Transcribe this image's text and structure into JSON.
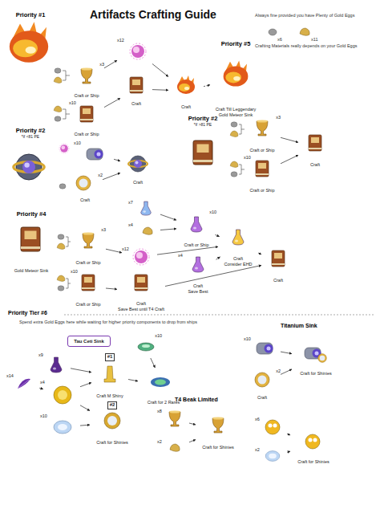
{
  "diagram": {
    "title": "Artifacts Crafting Guide",
    "nodes": [
      {
        "text": [
          "Priority #1"
        ]
      },
      {
        "text": [
          "x3",
          "Craft or Ship"
        ]
      },
      {
        "text": [
          "x10",
          "Craft or Ship"
        ]
      },
      {
        "text": [
          "x12"
        ]
      },
      {
        "text": [
          "Craft"
        ]
      },
      {
        "text": [
          "Craft"
        ]
      },
      {
        "text": [
          "Priority #5",
          "Craft Till Leggendary",
          "Gold Meteor Sink"
        ]
      },
      {
        "text": [
          "Priority #2",
          "*if <81 PE"
        ]
      },
      {
        "text": [
          "x10"
        ]
      },
      {
        "text": [
          "x2",
          "Craft"
        ]
      },
      {
        "text": [
          "Craft"
        ]
      },
      {
        "text": [
          "Priority #2",
          "*if >81 PE"
        ]
      },
      {
        "text": [
          "x3",
          "Craft or Ship"
        ]
      },
      {
        "text": [
          "x10",
          "Craft or Ship"
        ]
      },
      {
        "text": [
          "Craft"
        ]
      },
      {
        "text": [
          "Priority #4",
          "Gold Meteor Sink"
        ]
      },
      {
        "text": [
          "x3",
          "Craft or Ship"
        ]
      },
      {
        "text": [
          "x10",
          "Craft or Ship"
        ]
      },
      {
        "text": [
          "x7"
        ]
      },
      {
        "text": [
          "x4"
        ]
      },
      {
        "text": [
          "x10",
          "Craft or Ship"
        ]
      },
      {
        "text": [
          "x12"
        ]
      },
      {
        "text": [
          "x4",
          "Craft",
          "Save Best"
        ]
      },
      {
        "text": [
          "Craft",
          "Save Best until T4 Craft"
        ]
      },
      {
        "text": [
          "Craft",
          "Consider EHD"
        ]
      },
      {
        "text": [
          "Craft"
        ]
      },
      {
        "text": [
          "Tau Ceti Sink"
        ]
      },
      {
        "text": [
          "x14"
        ]
      },
      {
        "text": [
          "x9"
        ]
      },
      {
        "text": [
          "x4"
        ]
      },
      {
        "text": [
          "x10"
        ]
      },
      {
        "text": [
          "#1",
          "Craft M Shiny"
        ]
      },
      {
        "text": [
          "#2",
          "Craft for Shinies"
        ]
      },
      {
        "text": [
          "x10"
        ]
      },
      {
        "text": [
          "Craft for 2 Rares"
        ]
      },
      {
        "text": [
          "x10"
        ]
      },
      {
        "text": [
          "x2",
          "Craft"
        ]
      },
      {
        "text": [
          "Craft for Shinies"
        ]
      },
      {
        "text": [
          "x8"
        ]
      },
      {
        "text": [
          "x2"
        ]
      },
      {
        "text": [
          "Craft for Shinies"
        ]
      },
      {
        "text": [
          "x6"
        ]
      },
      {
        "text": [
          "x2"
        ]
      },
      {
        "text": [
          "Craft for Shinies"
        ]
      }
    ],
    "edges": [
      {
        "from": 1,
        "to": 3,
        "arrow": "to"
      },
      {
        "from": 2,
        "to": 4,
        "arrow": "to"
      },
      {
        "from": 3,
        "to": 5,
        "arrow": "to"
      },
      {
        "from": 4,
        "to": 5,
        "arrow": "to"
      },
      {
        "from": 5,
        "to": 6,
        "arrow": "to"
      },
      {
        "from": 8,
        "to": 10,
        "arrow": "to"
      },
      {
        "from": 9,
        "to": 10,
        "arrow": "to"
      },
      {
        "from": 12,
        "to": 14,
        "arrow": "to"
      },
      {
        "from": 13,
        "to": 14,
        "arrow": "to"
      },
      {
        "from": 16,
        "to": 21,
        "arrow": "to"
      },
      {
        "from": 17,
        "to": 23,
        "arrow": "to"
      },
      {
        "from": 18,
        "to": 20,
        "arrow": "to"
      },
      {
        "from": 19,
        "to": 20,
        "arrow": "to"
      },
      {
        "from": 20,
        "to": 24,
        "arrow": "to"
      },
      {
        "from": 21,
        "to": 24,
        "arrow": "to"
      },
      {
        "from": 22,
        "to": 24,
        "arrow": "to"
      },
      {
        "from": 23,
        "to": 25,
        "arrow": "to"
      },
      {
        "from": 24,
        "to": 25,
        "arrow": "to"
      },
      {
        "from": 27,
        "to": 29,
        "arrow": "to"
      },
      {
        "from": 28,
        "to": 31,
        "arrow": "to"
      },
      {
        "from": 29,
        "to": 31,
        "arrow": "to"
      },
      {
        "from": 29,
        "to": 32,
        "arrow": "to"
      },
      {
        "from": 30,
        "to": 32,
        "arrow": "to"
      },
      {
        "from": 31,
        "to": 34,
        "arrow": "to"
      },
      {
        "from": 33,
        "to": 34,
        "arrow": "to"
      },
      {
        "from": 35,
        "to": 37,
        "arrow": "to"
      },
      {
        "from": 36,
        "to": 37,
        "arrow": "to"
      },
      {
        "from": 38,
        "to": 40,
        "arrow": "to"
      },
      {
        "from": 39,
        "to": 40,
        "arrow": "to"
      },
      {
        "from": 41,
        "to": 43,
        "arrow": "to"
      },
      {
        "from": 42,
        "to": 43,
        "arrow": "to"
      }
    ],
    "labels": [
      "Always fine provided you have Plenty of Gold Eggs",
      "x6",
      "x11",
      "Crafting Materials really depends on your Gold Eggs",
      "Priority Tier #6",
      "Spend extra Gold Eggs here while waiting for higher priority components to drop from ships",
      "Titanium Sink",
      "T4 Beak Limited"
    ]
  }
}
